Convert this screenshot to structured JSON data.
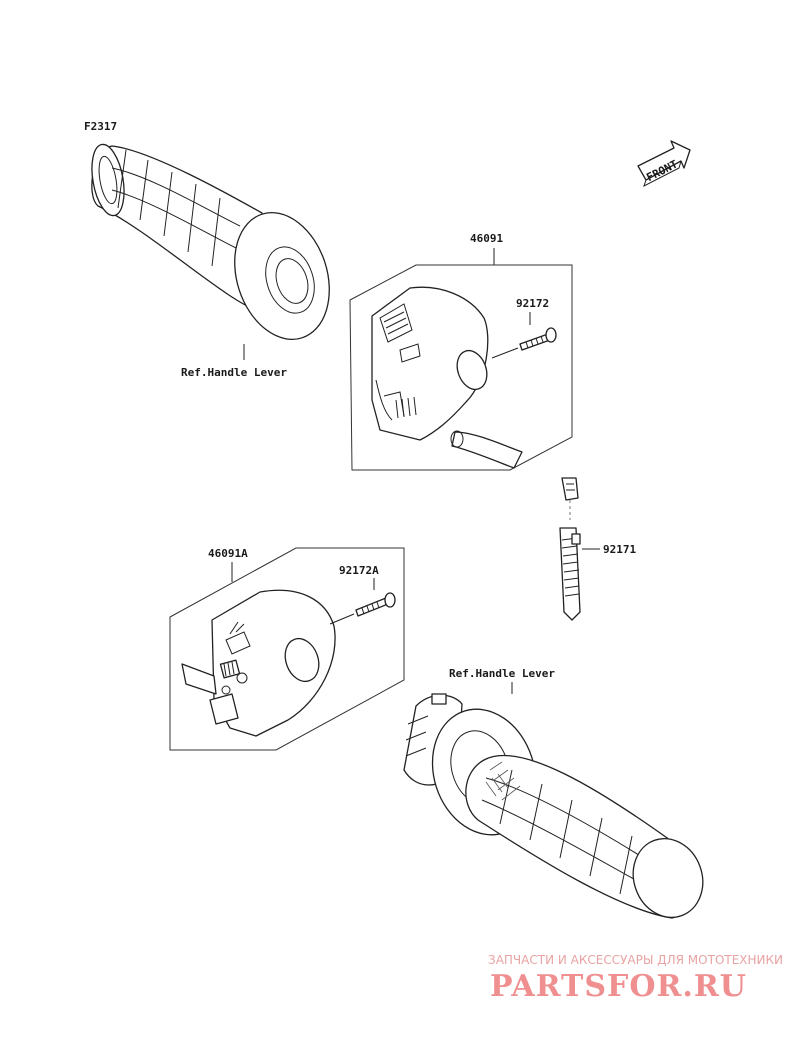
{
  "figure_code": "F2317",
  "front_arrow_text": "FRONT",
  "labels": {
    "switch_right": "46091",
    "screw_right": "92172",
    "switch_left": "46091A",
    "screw_left": "92172A",
    "band": "92171",
    "ref_top": "Ref.Handle Lever",
    "ref_bottom": "Ref.Handle Lever"
  },
  "watermark": {
    "subtitle": "ЗАПЧАСТИ И АКСЕССУАРЫ ДЛЯ МОТОТЕХНИКИ",
    "brand": "PARTSFOR.RU"
  }
}
